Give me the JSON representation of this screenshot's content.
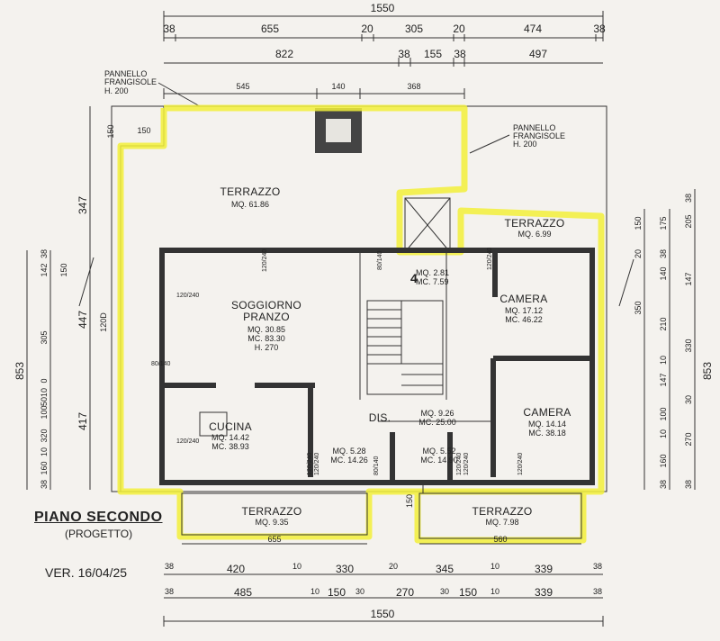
{
  "title": "PIANO SECONDO",
  "subtitle": "(PROGETTO)",
  "version": "VER. 16/04/25",
  "top_dims": {
    "total": "1550",
    "row1": [
      "38",
      "655",
      "20",
      "305",
      "20",
      "474",
      "38"
    ],
    "row2": [
      "822",
      "38",
      "155",
      "38",
      "497"
    ],
    "row3": [
      "545",
      "140",
      "368"
    ]
  },
  "bottom_dims": {
    "row1": [
      "38",
      "420",
      "10",
      "330",
      "20",
      "345",
      "10",
      "339",
      "38"
    ],
    "row2": [
      "38",
      "485",
      "10",
      "150",
      "30",
      "270",
      "30",
      "150",
      "10",
      "339",
      "38"
    ],
    "total": "1550",
    "terrace_left_width": "655",
    "terrace_right_width": "560"
  },
  "left_dims": {
    "col_outer": "853",
    "col_mid": [
      "347",
      "447",
      "417"
    ],
    "col_inner": [
      "150",
      "38",
      "142",
      "305",
      "0",
      "10",
      "50",
      "100",
      "320",
      "10",
      "160",
      "38"
    ],
    "notes": [
      "150",
      "120D"
    ]
  },
  "right_dims": {
    "col_outer": "853",
    "col_mid": [
      "38",
      "205",
      "147",
      "330",
      "30",
      "270",
      "38"
    ],
    "col_inner": [
      "150",
      "175",
      "38",
      "20",
      "140",
      "350",
      "210",
      "10",
      "147",
      "100",
      "10",
      "160",
      "38"
    ]
  },
  "labels": {
    "pannello_left": [
      "PANNELLO",
      "FRANGISOLE",
      "H. 200"
    ],
    "pannello_right": [
      "PANNELLO",
      "FRANGISOLE",
      "H. 200"
    ],
    "small_150_a": "150",
    "small_150_b": "150",
    "stair_mark": "4"
  },
  "rooms": [
    {
      "name": "TERRAZZO",
      "lines": [
        "MQ. 61.86"
      ]
    },
    {
      "name": "TERRAZZO",
      "lines": [
        "MQ. 6.99"
      ]
    },
    {
      "name": "SOGGIORNO",
      "name2": "PRANZO",
      "lines": [
        "MQ. 30.85",
        "MC. 83.30",
        "H. 270"
      ]
    },
    {
      "name": "",
      "lines": [
        "MQ. 2.81",
        "MC. 7.59"
      ]
    },
    {
      "name": "CAMERA",
      "lines": [
        "MQ. 17.12",
        "MC. 46.22"
      ]
    },
    {
      "name": "DIS.",
      "lines": [
        "MQ. 9.26",
        "MC. 25.00"
      ]
    },
    {
      "name": "CUCINA",
      "lines": [
        "MQ. 14.42",
        "MC. 38.93"
      ]
    },
    {
      "name": "CAMERA",
      "lines": [
        "MQ. 14.14",
        "MC. 38.18"
      ]
    },
    {
      "name": "",
      "lines": [
        "MQ. 5.28",
        "MC. 14.26"
      ]
    },
    {
      "name": "",
      "lines": [
        "MQ. 5.52",
        "MC. 14.90"
      ]
    },
    {
      "name": "TERRAZZO",
      "lines": [
        "MQ. 9.35"
      ]
    },
    {
      "name": "TERRAZZO",
      "lines": [
        "MQ. 7.98"
      ]
    }
  ],
  "windows": [
    "120/240",
    "120/240",
    "120/240",
    "80/140",
    "120/240",
    "120/240",
    "120/240",
    "120/240",
    "80/140",
    "80/140",
    "120/240",
    "120/240"
  ]
}
